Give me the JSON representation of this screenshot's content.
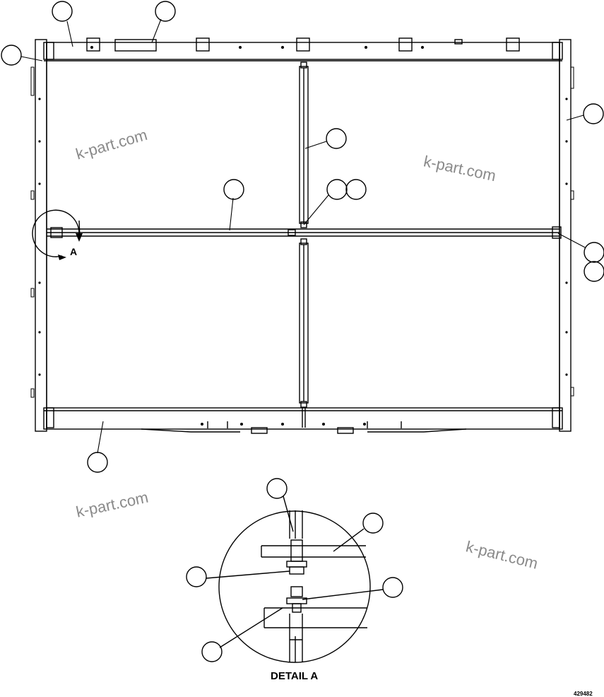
{
  "watermarks": [
    "k-part.com",
    "k-part.com",
    "k-part.com",
    "k-part.com"
  ],
  "view_label": "A",
  "detail_title": "DETAIL A",
  "drawing_number": "429482"
}
